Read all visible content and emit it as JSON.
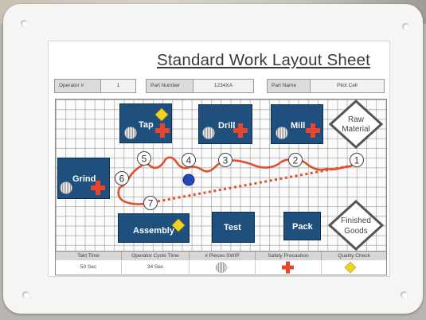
{
  "sheet": {
    "title": "Standard Work Layout Sheet",
    "fields": {
      "operator_label": "Operator #",
      "operator_value": "1",
      "part_number_label": "Part Number",
      "part_number_value": "1234XA",
      "part_name_label": "Part Name",
      "part_name_value": "Pilot Cell"
    },
    "stations": {
      "tap": "Tap",
      "drill": "Drill",
      "mill": "Mill",
      "grind": "Grind",
      "assembly": "Assembly",
      "test": "Test",
      "pack": "Pack"
    },
    "raw_material": {
      "line1": "Raw",
      "line2": "Material"
    },
    "finished_goods": {
      "line1": "Finished",
      "line2": "Goods"
    },
    "steps": [
      "1",
      "2",
      "3",
      "4",
      "5",
      "6",
      "7"
    ],
    "legend": {
      "headers": [
        "Takt Time",
        "Operator Cycle Time",
        "# Pieces SWIP",
        "Safety Precaution",
        "Quality Check"
      ],
      "takt_time": "50 Sec",
      "cycle_time": "34 Sec"
    },
    "colors": {
      "machine_fill": "#1e4f7d",
      "path_line": "#e0502c",
      "safety_cross": "#e8452c",
      "quality_diamond": "#f2d21b",
      "wip_marker": "#2348b8"
    }
  }
}
